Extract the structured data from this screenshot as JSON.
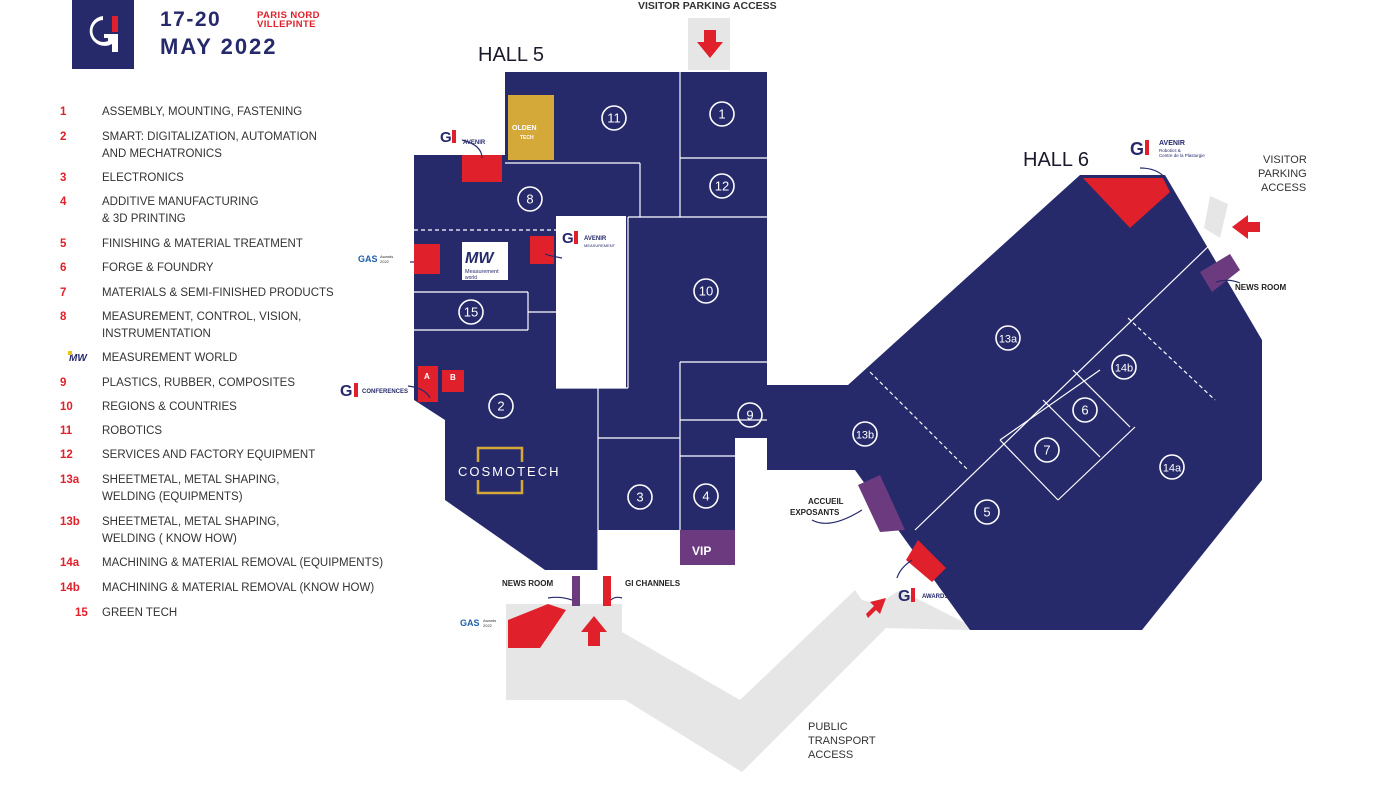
{
  "header": {
    "logo_icon": "gi-logo-icon",
    "dates": "17-20",
    "venue_line1": "PARIS NORD",
    "venue_line2": "VILLEPINTE",
    "month": "MAY 2022"
  },
  "colors": {
    "navy": "#262a6b",
    "red": "#e0202a",
    "purple": "#6b3a7f",
    "path_grey": "#e6e6e6",
    "gold": "#d4a93a"
  },
  "legend": [
    {
      "num": "1",
      "label": "ASSEMBLY, MOUNTING, FASTENING"
    },
    {
      "num": "2",
      "label": "SMART: DIGITALIZATION, AUTOMATION\nAND MECHATRONICS"
    },
    {
      "num": "3",
      "label": "ELECTRONICS"
    },
    {
      "num": "4",
      "label": "ADDITIVE MANUFACTURING\n& 3D PRINTING"
    },
    {
      "num": "5",
      "label": "FINISHING & MATERIAL TREATMENT"
    },
    {
      "num": "6",
      "label": "FORGE & FOUNDRY"
    },
    {
      "num": "7",
      "label": "MATERIALS & SEMI-FINISHED PRODUCTS"
    },
    {
      "num": "8",
      "label": "MEASUREMENT, CONTROL, VISION,\nINSTRUMENTATION"
    },
    {
      "num": "",
      "icon": "measurement-world-icon",
      "label": "MEASUREMENT WORLD"
    },
    {
      "num": "9",
      "label": "PLASTICS, RUBBER, COMPOSITES"
    },
    {
      "num": "10",
      "label": "REGIONS & COUNTRIES"
    },
    {
      "num": "11",
      "label": "ROBOTICS"
    },
    {
      "num": "12",
      "label": "SERVICES AND FACTORY EQUIPMENT"
    },
    {
      "num": "13a",
      "label": "SHEETMETAL, METAL SHAPING,\nWELDING (EQUIPMENTS)"
    },
    {
      "num": "13b",
      "label": "SHEETMETAL, METAL SHAPING,\nWELDING ( KNOW HOW)"
    },
    {
      "num": "14a",
      "label": "MACHINING & MATERIAL REMOVAL (EQUIPMENTS)"
    },
    {
      "num": "14b",
      "label": "MACHINING & MATERIAL REMOVAL (KNOW HOW)"
    },
    {
      "num": "15",
      "label": "GREEN TECH"
    }
  ],
  "map": {
    "hall5_label": "HALL 5",
    "hall6_label": "HALL 6",
    "visitor_parking_top": "VISITOR PARKING ACCESS",
    "visitor_parking_right": [
      "VISITOR",
      "PARKING",
      "ACCESS"
    ],
    "public_transport": [
      "PUBLIC",
      "TRANSPORT",
      "ACCESS"
    ],
    "news_room_hall6": "NEWS ROOM",
    "news_room_bottom": "NEWS ROOM",
    "gi_channels": "GI CHANNELS",
    "accueil_exposants": [
      "ACCUEIL",
      "EXPOSANTS"
    ],
    "vip": "VIP",
    "cosmotech": "COSMOTECH",
    "golden_tech": [
      "OLDEN",
      "TECH"
    ],
    "measurement_world_logo": [
      "MW",
      "Measurement",
      "world"
    ],
    "avenir_label": "AVENIR",
    "avenir_hall6_sub": [
      "Robotics &",
      "Centre de la Plasturgie"
    ],
    "avenir_mid_sub": "MEASUREMENT",
    "conferences_label": "CONFERENCES",
    "awards_label": "AWARDS",
    "gas_label": "GAS",
    "gas_sub": [
      "Awards",
      "2022"
    ],
    "room_a": "A",
    "room_b": "B",
    "zones": {
      "z1": "1",
      "z2": "2",
      "z3": "3",
      "z4": "4",
      "z5": "5",
      "z6": "6",
      "z7": "7",
      "z8": "8",
      "z9": "9",
      "z10": "10",
      "z11": "11",
      "z12": "12",
      "z13a": "13a",
      "z13b": "13b",
      "z14a": "14a",
      "z14b": "14b",
      "z15": "15"
    }
  }
}
